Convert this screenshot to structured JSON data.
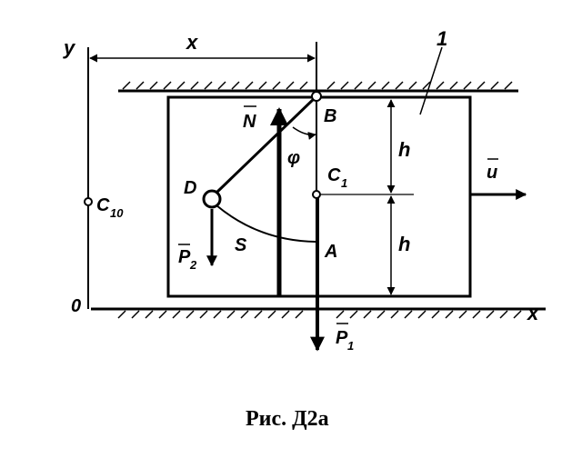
{
  "labels": {
    "axis_y": "y",
    "axis_x": "x",
    "origin": "0",
    "x_dim": "x",
    "part_number": "1",
    "N": "N",
    "B": "B",
    "phi": "φ",
    "C1": "C",
    "C1_sub": "1",
    "D": "D",
    "C10": "C",
    "C10_sub": "10",
    "S": "S",
    "A": "A",
    "P2": "P",
    "P2_sub": "2",
    "P1": "P",
    "P1_sub": "1",
    "h_top": "h",
    "h_bottom": "h",
    "u": "u"
  },
  "caption": "Рис. Д2а"
}
